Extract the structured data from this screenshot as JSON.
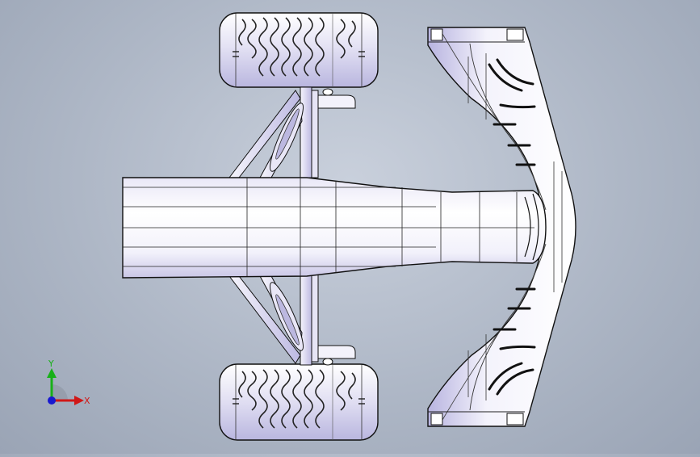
{
  "viewport": {
    "model": "front-wing-and-nose-assembly",
    "view": "top"
  },
  "triad": {
    "x_label": "X",
    "y_label": "Y",
    "x_color": "#d01818",
    "y_color": "#18b018",
    "z_color": "#1818d0"
  }
}
